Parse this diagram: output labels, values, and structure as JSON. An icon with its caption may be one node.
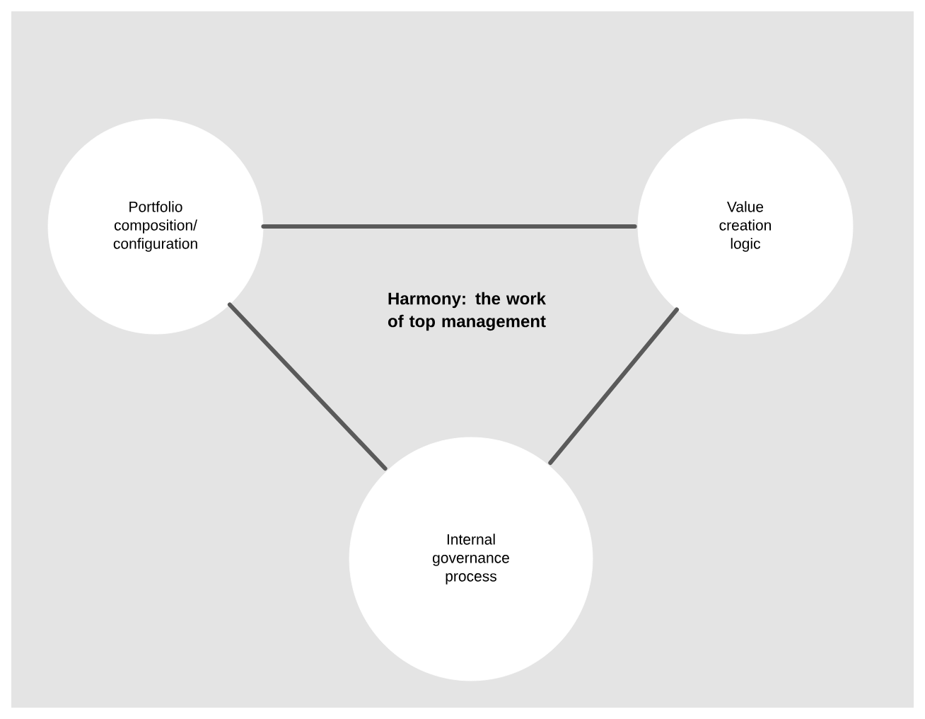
{
  "diagram": {
    "nodes": [
      {
        "text": [
          "Portfolio composition/ configuration"
        ]
      },
      {
        "text": [
          "Value creation logic"
        ]
      },
      {
        "text": [
          "Internal governance process"
        ]
      }
    ],
    "edges": [
      {
        "from": 0,
        "to": 1,
        "arrow": "none"
      },
      {
        "from": 0,
        "to": 2,
        "arrow": "none"
      },
      {
        "from": 1,
        "to": 2,
        "arrow": "none"
      }
    ],
    "labels": [
      "Harmony: the work of top management"
    ]
  }
}
